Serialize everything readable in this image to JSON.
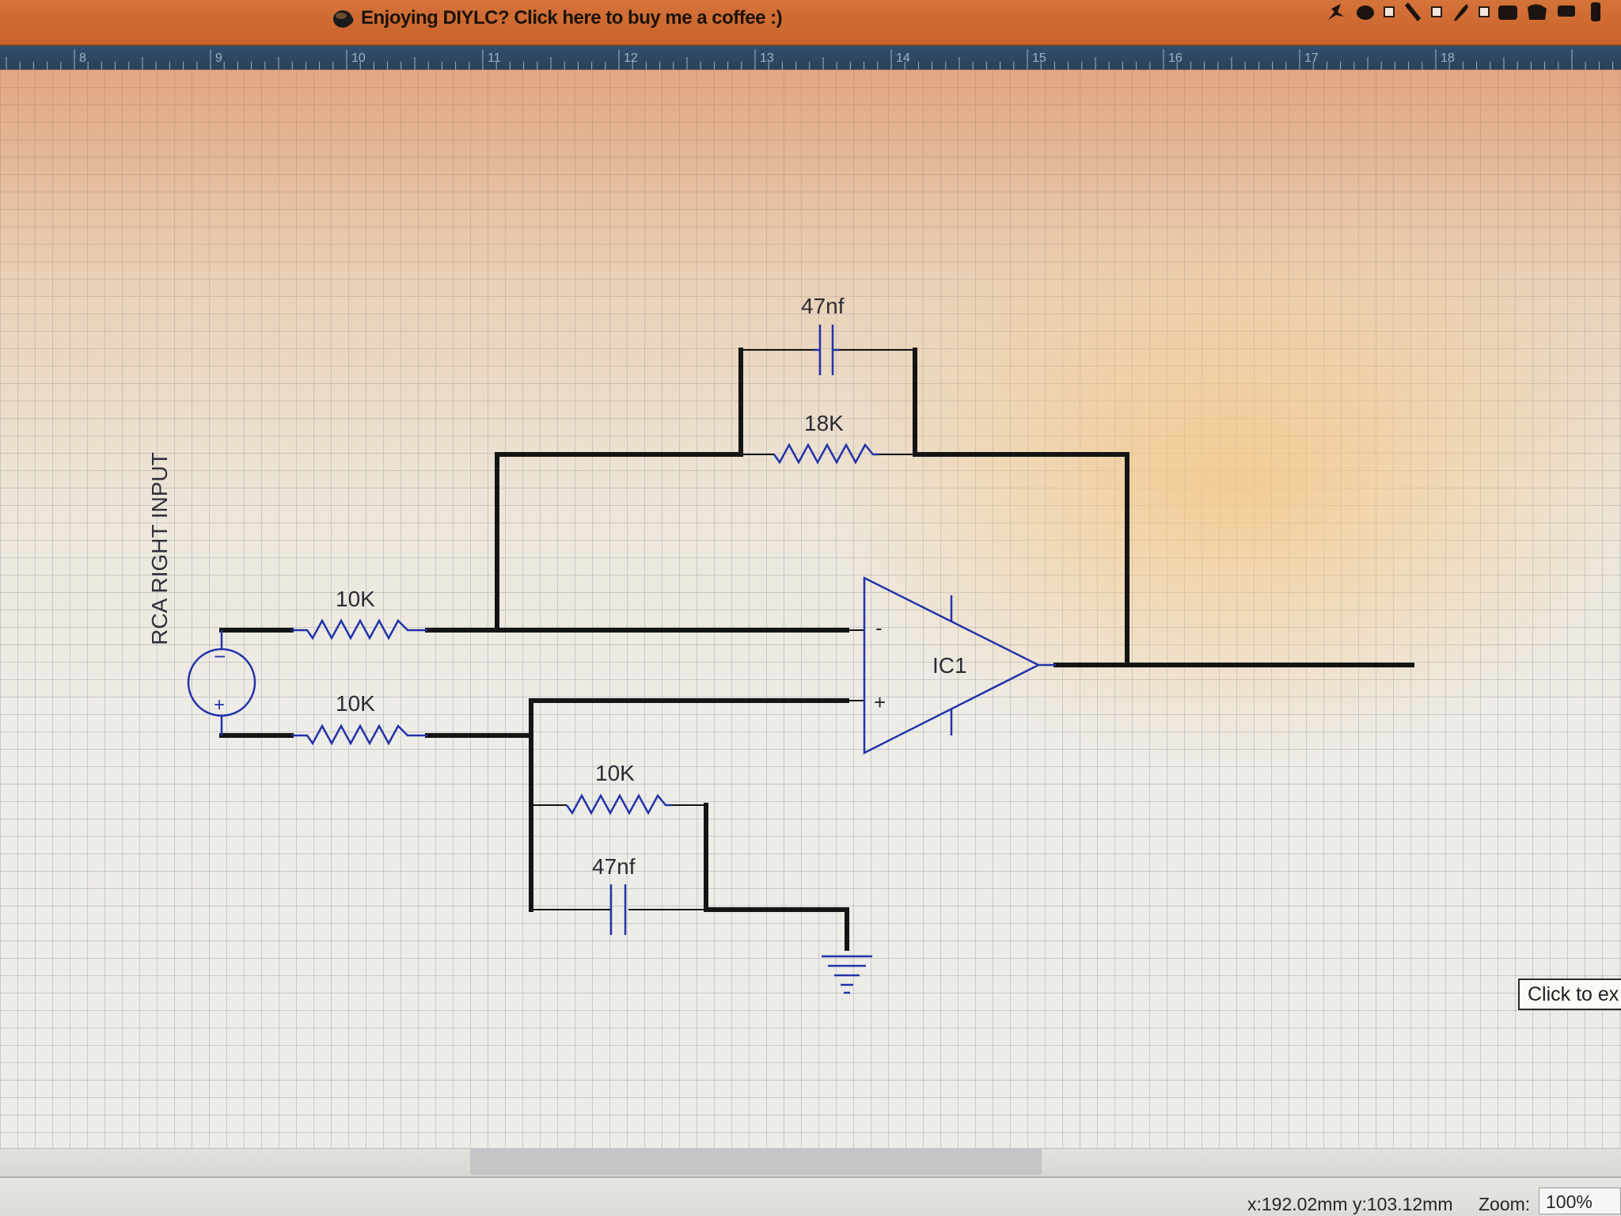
{
  "banner": {
    "text": "Enjoying DIYLC? Click here to buy me a coffee :)",
    "icon": "coffee-cup-icon"
  },
  "toolbar": {
    "icons": [
      "move-icon",
      "undo-icon",
      "checkbox-icon",
      "wrench-icon",
      "checkbox-icon",
      "dropper-icon",
      "checkbox-icon",
      "component-icon",
      "component-icon",
      "component-icon",
      "component-icon"
    ]
  },
  "ruler": {
    "labels": [
      "8",
      "9",
      "10",
      "11",
      "12",
      "13",
      "14",
      "15",
      "16",
      "17",
      "18"
    ]
  },
  "schematic": {
    "source_label": "RCA RIGHT INPUT",
    "source_minus": "−",
    "source_plus": "+",
    "r_input_top": "10K",
    "r_input_bottom": "10K",
    "c_feedback": "47nf",
    "r_feedback": "18K",
    "r_ground": "10K",
    "c_ground": "47nf",
    "opamp_label": "IC1",
    "opamp_minus": "-",
    "opamp_plus": "+"
  },
  "hint_button": "Click to ex",
  "status": {
    "coords": "x:192.02mm y:103.12mm",
    "zoom_label": "Zoom:",
    "zoom_value": "100%"
  },
  "colors": {
    "wire": "#141414",
    "component": "#2233aa",
    "banner": "#d06b35",
    "ruler": "#2d4862"
  }
}
